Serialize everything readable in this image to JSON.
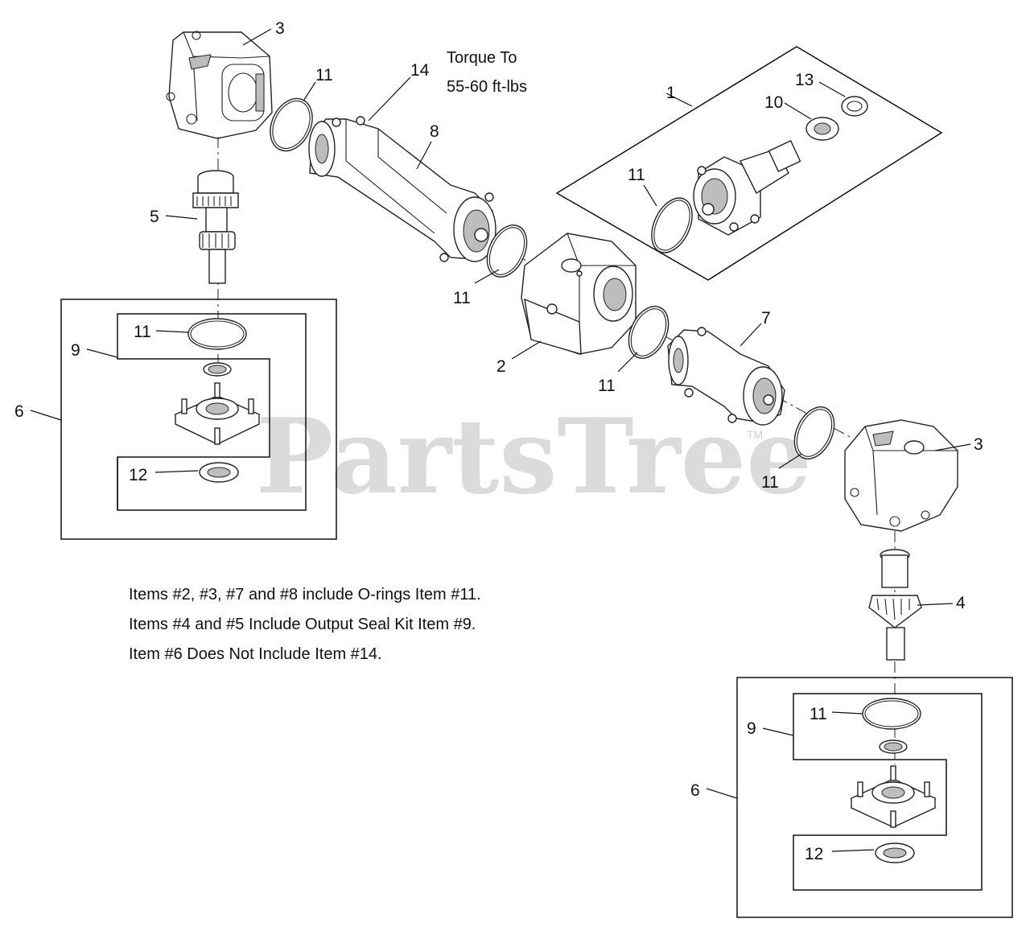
{
  "watermark": {
    "text": "PartsTree",
    "tm": "TM"
  },
  "torque_note": {
    "line1": "Torque To",
    "line2": "55-60 ft-lbs"
  },
  "notes": [
    "Items #2, #3, #7 and #8 include O-rings Item #11.",
    "Items #4 and #5 Include Output Seal Kit Item #9.",
    "Item #6 Does Not Include Item #14."
  ],
  "callouts": {
    "c1": "1",
    "c2": "2",
    "c3_top": "3",
    "c3_right": "3",
    "c4": "4",
    "c5": "5",
    "c6_left": "6",
    "c6_right": "6",
    "c7": "7",
    "c8": "8",
    "c9_left": "9",
    "c9_right": "9",
    "c10": "10",
    "c11_a": "11",
    "c11_b": "11",
    "c11_c": "11",
    "c11_d": "11",
    "c11_e": "11",
    "c11_left_kit": "11",
    "c11_right_kit": "11",
    "c12_left": "12",
    "c12_right": "12",
    "c13": "13",
    "c14": "14"
  }
}
